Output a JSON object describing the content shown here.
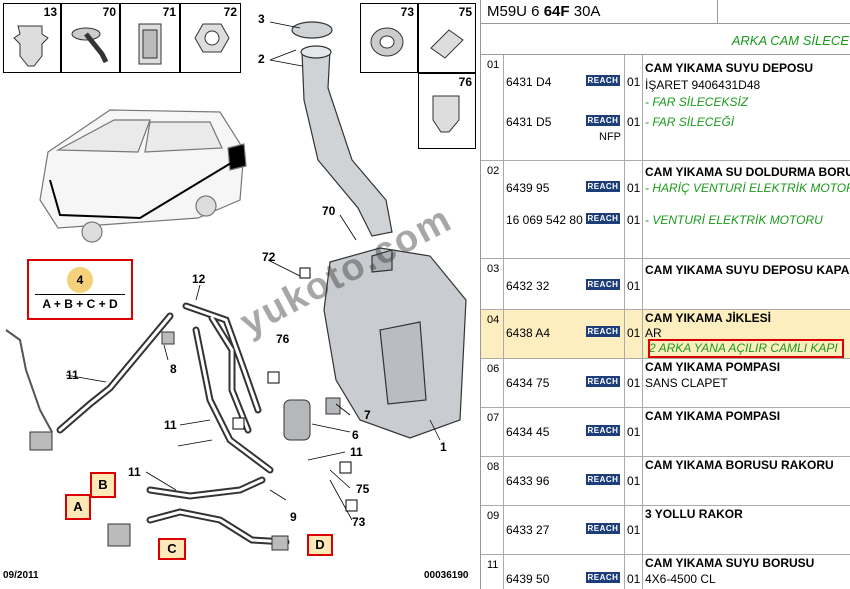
{
  "header": {
    "code_prefix": "M59U 6 ",
    "code_bold": "64F",
    "code_suffix": " 30A"
  },
  "subheader": "ARKA CAM SİLECE",
  "thumbnails": [
    "13",
    "70",
    "71",
    "72",
    "73",
    "75",
    "76"
  ],
  "callouts": [
    "3",
    "2",
    "70",
    "72",
    "12",
    "8",
    "11",
    "76",
    "7",
    "6",
    "11",
    "11",
    "11",
    "75",
    "73",
    "9",
    "1"
  ],
  "formula": {
    "circle": "4",
    "text": "A + B + C + D"
  },
  "letters": [
    "A",
    "B",
    "C",
    "D"
  ],
  "footer": {
    "date": "09/2011",
    "ref": "00036190"
  },
  "watermark": "yukoto.com",
  "reach_label": "REACH",
  "groups": [
    {
      "no": "01",
      "rows": [
        {
          "ref": "6431 D4",
          "qty": "01",
          "desc": "CAM YIKAMA SUYU DEPOSU",
          "desc2": "İŞARET 9406431D48",
          "notes": [
            "- FAR SİLECEKSİZ"
          ]
        },
        {
          "ref": "6431 D5",
          "qty": "01",
          "nfp": "NFP",
          "notes": [
            "- FAR SİLECEĞİ"
          ]
        }
      ]
    },
    {
      "no": "02",
      "rows": [
        {
          "ref": "6439 95",
          "qty": "01",
          "desc": "CAM YIKAMA SU DOLDURMA BORUSU",
          "notes": [
            "- HARİÇ VENTURİ ELEKTRİK MOTORU"
          ]
        },
        {
          "ref": "16 069 542 80",
          "qty": "01",
          "notes": [
            "- VENTURİ ELEKTRİK MOTORU"
          ]
        }
      ]
    },
    {
      "no": "03",
      "rows": [
        {
          "ref": "6432 32",
          "qty": "01",
          "desc": "CAM YIKAMA SUYU DEPOSU KAPAĞI"
        }
      ]
    },
    {
      "no": "04",
      "rows": [
        {
          "ref": "6438 A4",
          "qty": "01",
          "desc": "CAM YIKAMA JİKLESİ",
          "desc2": "AR",
          "notes": [
            "2 ARKA YANA AÇILIR CAMLI KAPI"
          ]
        }
      ]
    },
    {
      "no": "06",
      "rows": [
        {
          "ref": "6434 75",
          "qty": "01",
          "desc": "CAM YIKAMA POMPASI",
          "desc2": "SANS CLAPET"
        }
      ]
    },
    {
      "no": "07",
      "rows": [
        {
          "ref": "6434 45",
          "qty": "01",
          "desc": "CAM YIKAMA POMPASI"
        }
      ]
    },
    {
      "no": "08",
      "rows": [
        {
          "ref": "6433 96",
          "qty": "01",
          "desc": "CAM YIKAMA BORUSU RAKORU"
        }
      ]
    },
    {
      "no": "09",
      "rows": [
        {
          "ref": "6433 27",
          "qty": "01",
          "desc": "3 YOLLU RAKOR"
        }
      ]
    },
    {
      "no": "11",
      "rows": [
        {
          "ref": "6439 50",
          "qty": "01",
          "desc": "CAM YIKAMA SUYU BORUSU",
          "desc2": "4X6-4500 CL"
        }
      ]
    }
  ]
}
